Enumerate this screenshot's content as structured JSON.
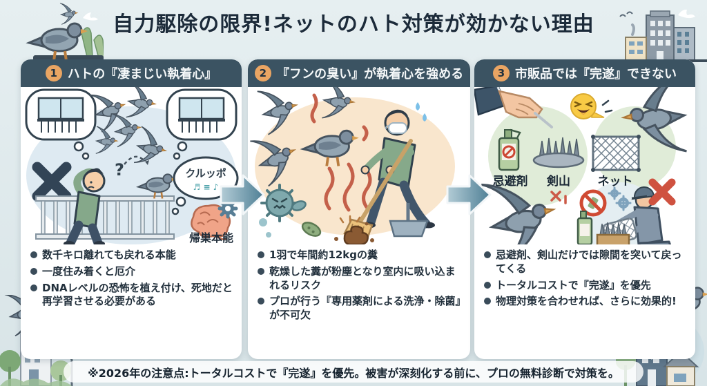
{
  "page": {
    "title": "自力駆除の限界!ネットのハト対策が効かない理由",
    "footer_note": "※2026年の注意点:トータルコストで『完遂』を優先。被害が深刻化する前に、プロの無料診断で対策を。"
  },
  "colors": {
    "background": "#dde8eb",
    "card_header": "#3b5362",
    "number_badge": "#eaa563",
    "arrow": "#5e8ca0",
    "red_mark": "#cf5240",
    "smell_line": "#c4604a",
    "blob_blue": "#deeaf2",
    "blob_peach": "#f9e6cd",
    "blob_green": "#e0ecd8"
  },
  "panels": [
    {
      "number": "1",
      "heading": "ハトの『凄まじい執着心』",
      "labels": {
        "coo": "クルッポ",
        "coo_notes": "♬ ≡ ♪",
        "question": "?",
        "homing": "帰巣本能"
      },
      "bullets": [
        "数千キロ離れても戻れる本能",
        "一度住み着くと厄介",
        "DNAレベルの恐怖を植え付け、死地だと再学習させる必要がある"
      ]
    },
    {
      "number": "2",
      "heading": "『フンの臭い』が執着心を強める",
      "bullets": [
        "1羽で年間約12kgの糞",
        "乾燥した糞が粉塵となり室内に吸い込まれるリスク",
        "プロが行う『専用薬剤による洗浄・除菌』が不可欠"
      ]
    },
    {
      "number": "3",
      "heading": "市販品では『完遂』できない",
      "labels": {
        "repellent": "忌避剤",
        "spikes": "剣山",
        "net": "ネット"
      },
      "bullets": [
        "忌避剤、剣山だけでは隙間を突いて戻ってくる",
        "トータルコストで『完遂』を優先",
        "物理対策を合わせれば、さらに効果的!"
      ]
    }
  ]
}
